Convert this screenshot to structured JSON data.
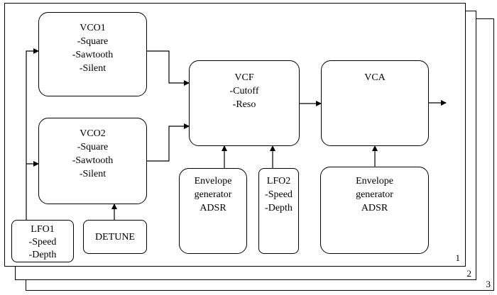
{
  "pages": {
    "p1": "1",
    "p2": "2",
    "p3": "3"
  },
  "blocks": {
    "vco1": {
      "title": "VCO1",
      "lines": [
        "-Square",
        "-Sawtooth",
        "-Silent"
      ]
    },
    "vco2": {
      "title": "VCO2",
      "lines": [
        "-Square",
        "-Sawtooth",
        "-Silent"
      ]
    },
    "vcf": {
      "title": "VCF",
      "lines": [
        "-Cutoff",
        "-Reso"
      ]
    },
    "vca": {
      "title": "VCA",
      "lines": []
    },
    "env1": {
      "lines": [
        "Envelope",
        "generator",
        "ADSR"
      ]
    },
    "lfo2": {
      "title": "LFO2",
      "lines": [
        "-Speed",
        "-Depth"
      ]
    },
    "env2": {
      "lines": [
        "Envelope",
        "generator",
        "ADSR"
      ]
    },
    "lfo1": {
      "title": "LFO1",
      "lines": [
        "-Speed",
        "-Depth"
      ]
    },
    "detune": {
      "title": "DETUNE"
    }
  }
}
